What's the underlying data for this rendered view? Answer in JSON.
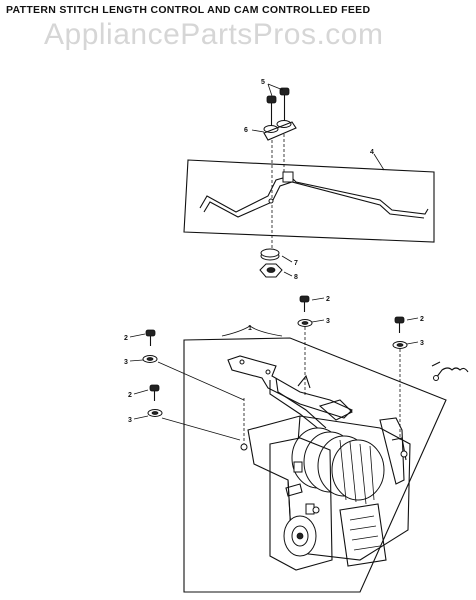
{
  "header": {
    "title": "PATTERN STITCH LENGTH CONTROL AND CAM CONTROLLED FEED",
    "watermark": "AppliancePartsPros.com"
  },
  "callouts": {
    "c1": "1",
    "c2a": "2",
    "c2b": "2",
    "c2c": "2",
    "c2d": "2",
    "c3a": "3",
    "c3b": "3",
    "c3c": "3",
    "c3d": "3",
    "c4": "4",
    "c5": "5",
    "c6": "6",
    "c7": "7",
    "c8": "8"
  }
}
